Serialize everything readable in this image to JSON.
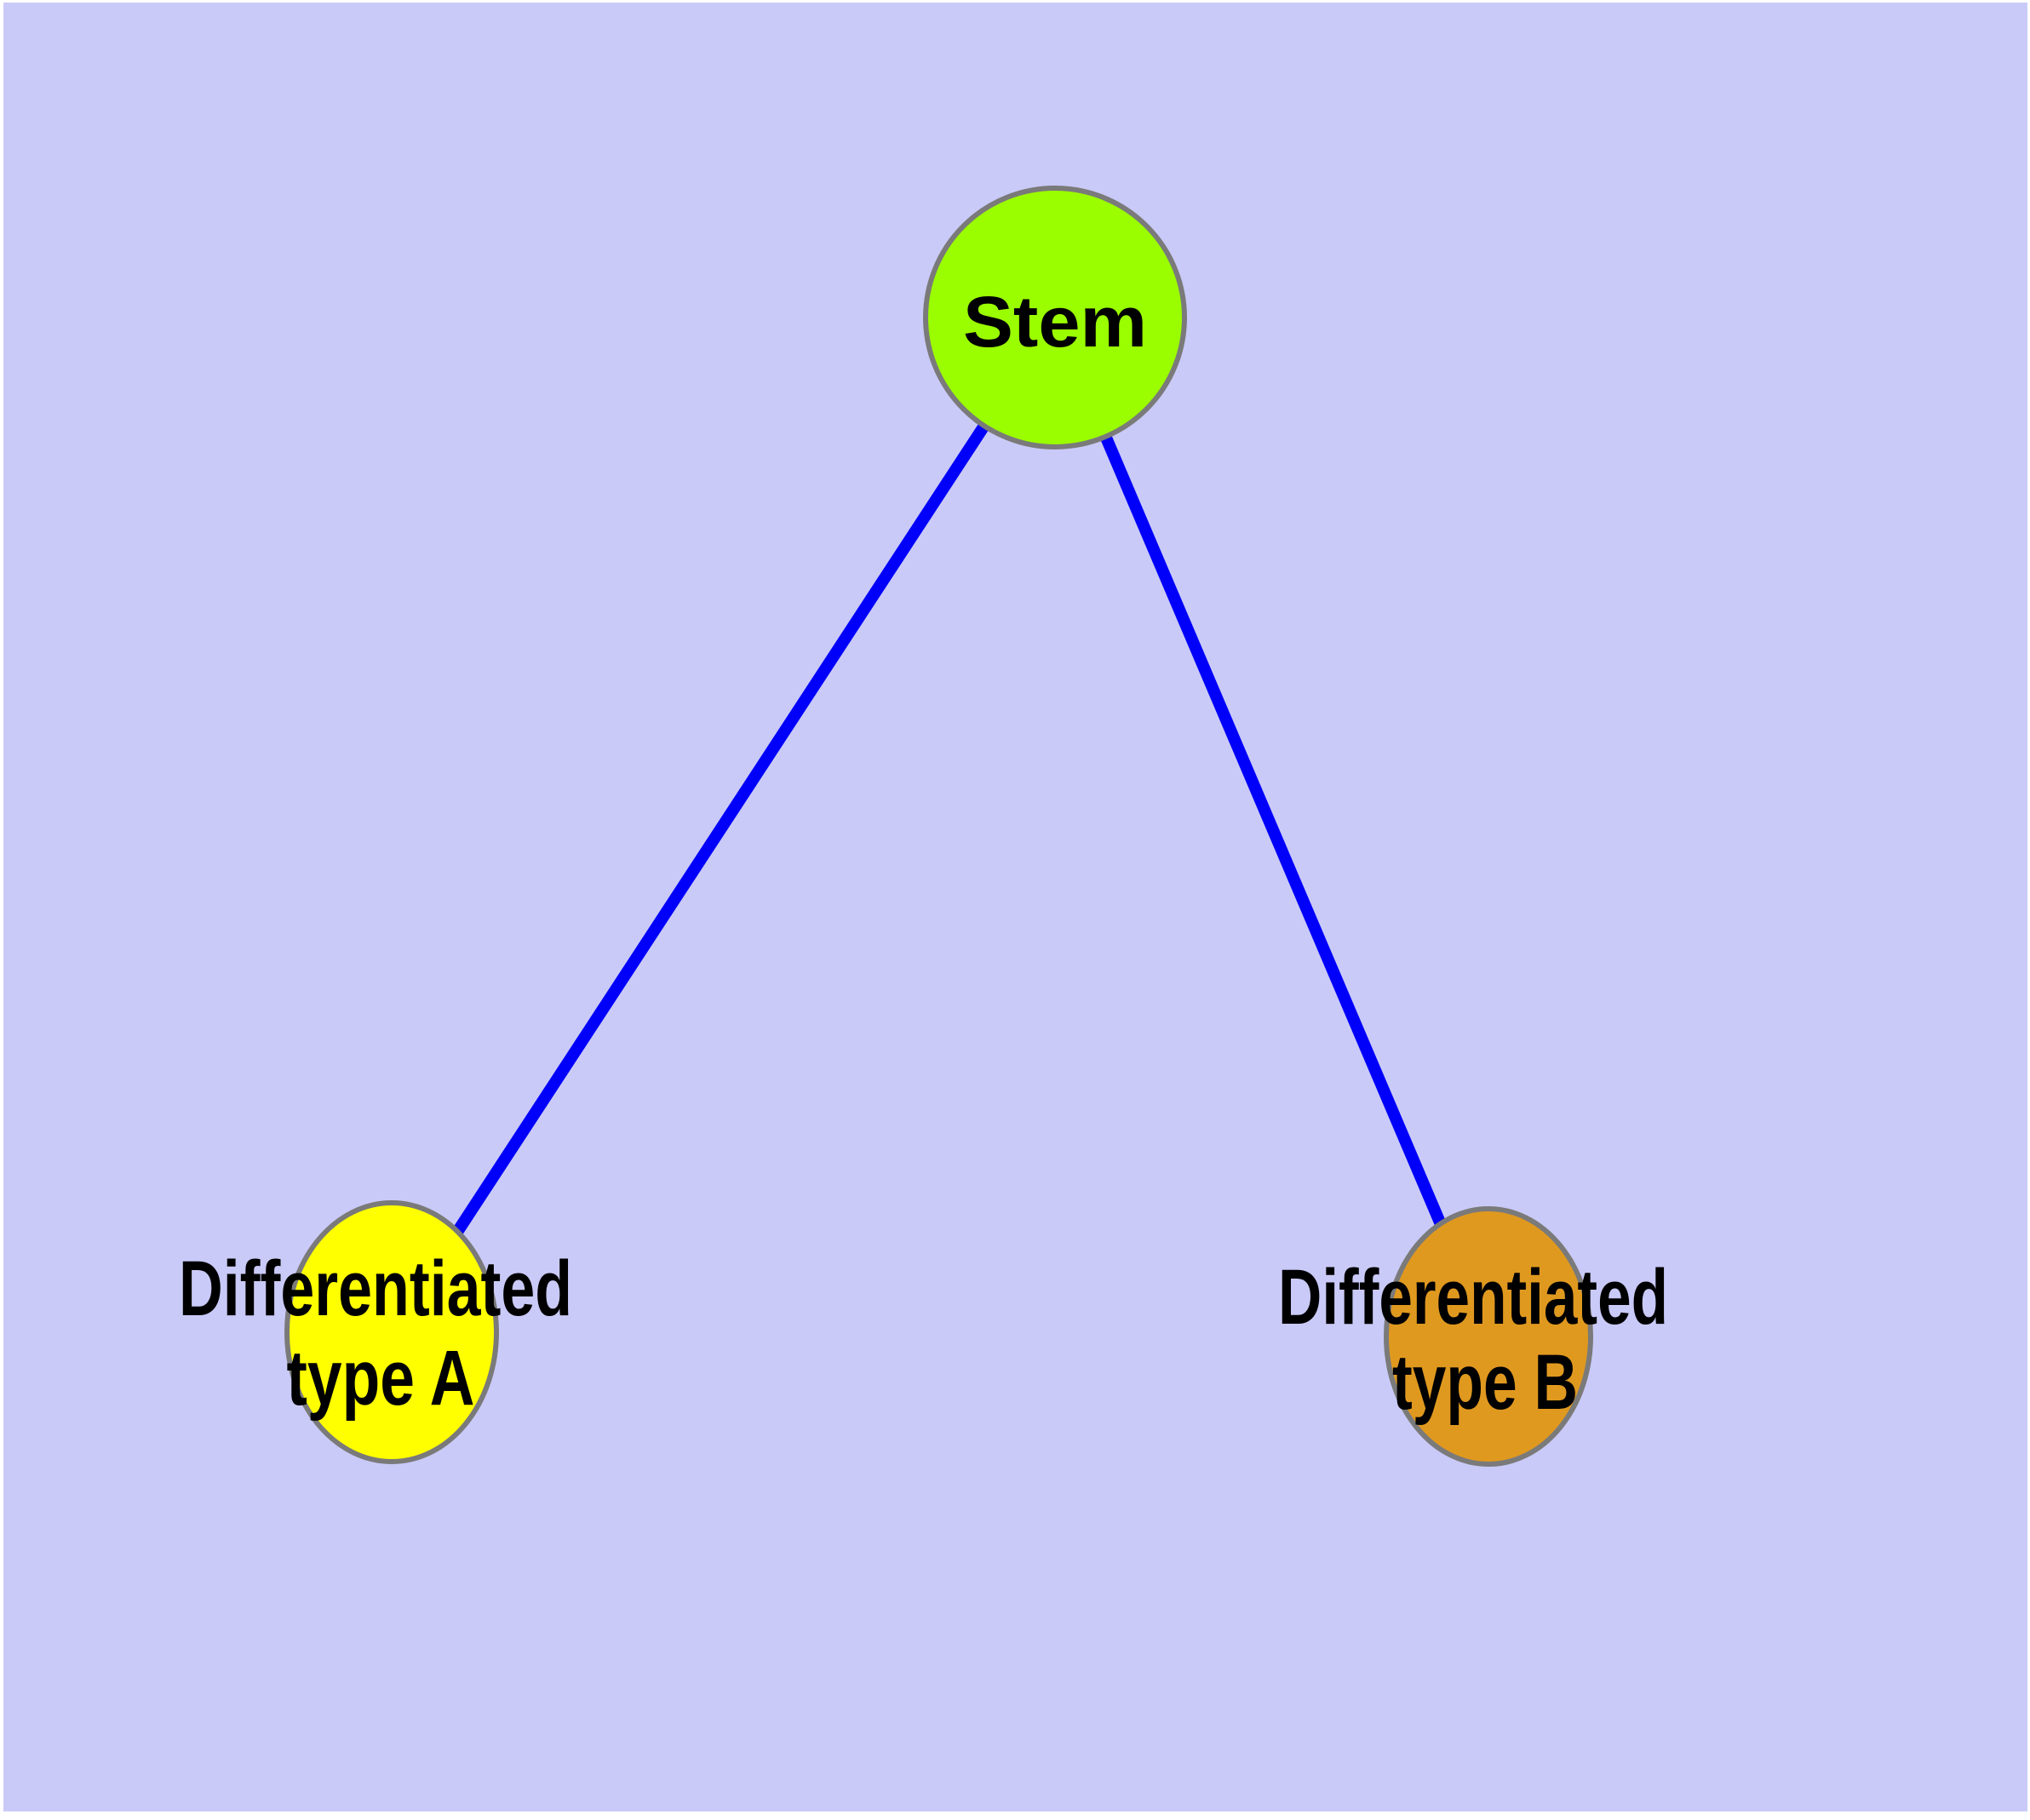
{
  "diagram": {
    "kind": "node-link-graph",
    "background_color": "#CACAF8",
    "margin_color": "#FFFFFF",
    "edge_color": "#0000FA",
    "node_border_color": "#7A7A7A",
    "label_color": "#000000",
    "nodes": [
      {
        "id": "stem",
        "label": "Stem",
        "lines": [
          "Stem"
        ],
        "color": "#9AFD00"
      },
      {
        "id": "type-a",
        "label": "Differentiated type A",
        "lines": [
          "Differentiated",
          "type A"
        ],
        "color": "#FFFF00"
      },
      {
        "id": "type-b",
        "label": "Differentiated type B",
        "lines": [
          "Differentiated",
          "type B"
        ],
        "color": "#E0991F"
      }
    ],
    "edges": [
      {
        "from": "Stem",
        "to": "Differentiated type A"
      },
      {
        "from": "Stem",
        "to": "Differentiated type B"
      }
    ]
  }
}
